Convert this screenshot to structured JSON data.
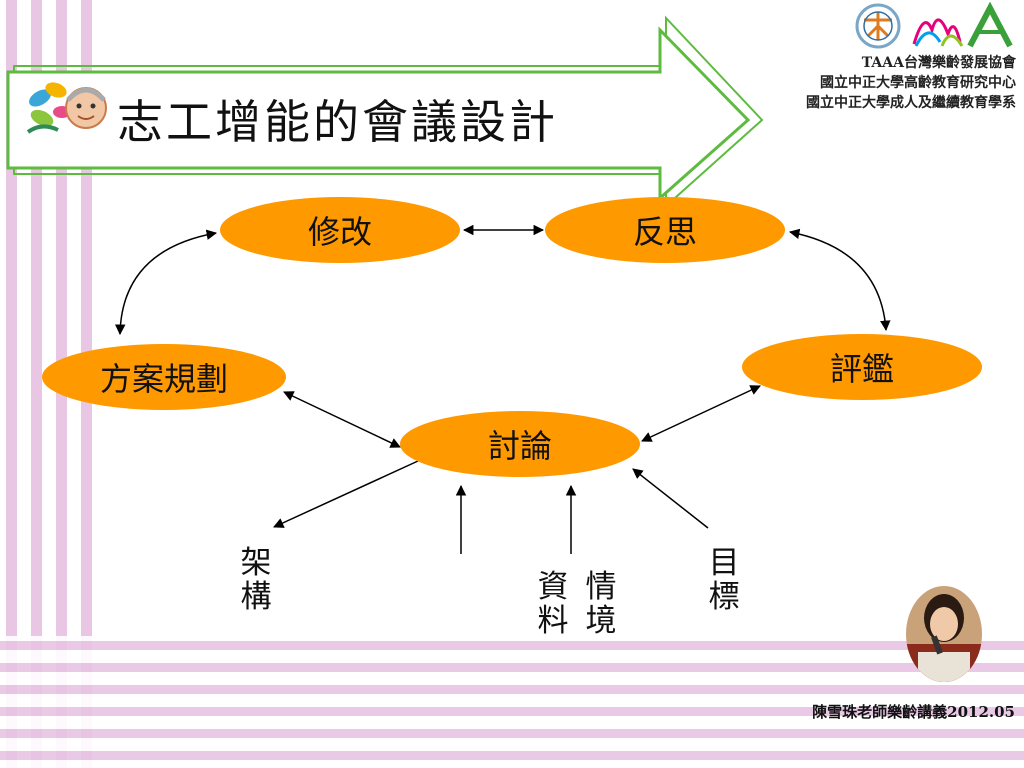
{
  "slide": {
    "title": "志工增能的會議設計",
    "org_lines": [
      "TAAA台灣樂齡發展協會",
      "國立中正大學高齡教育研究中心",
      "國立中正大學成人及繼續教育學系"
    ],
    "footer": "陳雪珠老師樂齡講義2012.05"
  },
  "diagram": {
    "nodes": {
      "revise": "修改",
      "reflect": "反思",
      "plan": "方案規劃",
      "evaluate": "評鑑",
      "discuss": "討論"
    },
    "inputs": {
      "structure": "架構",
      "data": "資料",
      "context": "情境",
      "goal": "目標"
    },
    "node_color": "#FF9900",
    "arrow_color": "#000000"
  },
  "colors": {
    "stripe": "#E8C3E3",
    "arrow_green": "#5DBB3F"
  }
}
